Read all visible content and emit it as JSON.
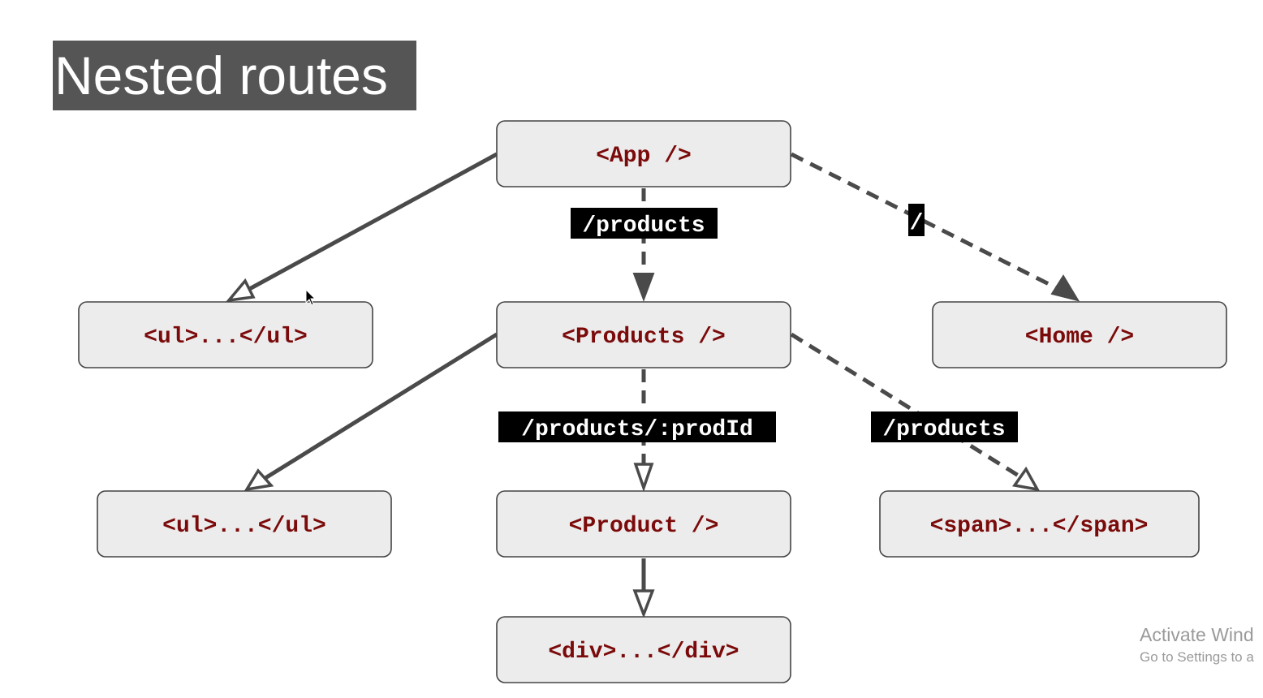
{
  "title": "Nested routes",
  "nodes": {
    "app": "<App />",
    "ul_top": "<ul>...</ul>",
    "products": "<Products />",
    "home": "<Home />",
    "ul_bottom": "<ul>...</ul>",
    "product": "<Product />",
    "span": "<span>...</span>",
    "div": "<div>...</div>"
  },
  "edge_labels": {
    "app_products": "/products",
    "app_home": "/",
    "products_product": "/products/:prodId",
    "products_span": "/products"
  },
  "colors": {
    "node_fill": "#ececec",
    "node_text": "#7b0a0a",
    "edge": "#4a4a4a",
    "label_bg": "#000000",
    "title_bg": "#555555"
  },
  "watermark": {
    "line1": "Activate Wind",
    "line2": "Go to Settings to a"
  }
}
